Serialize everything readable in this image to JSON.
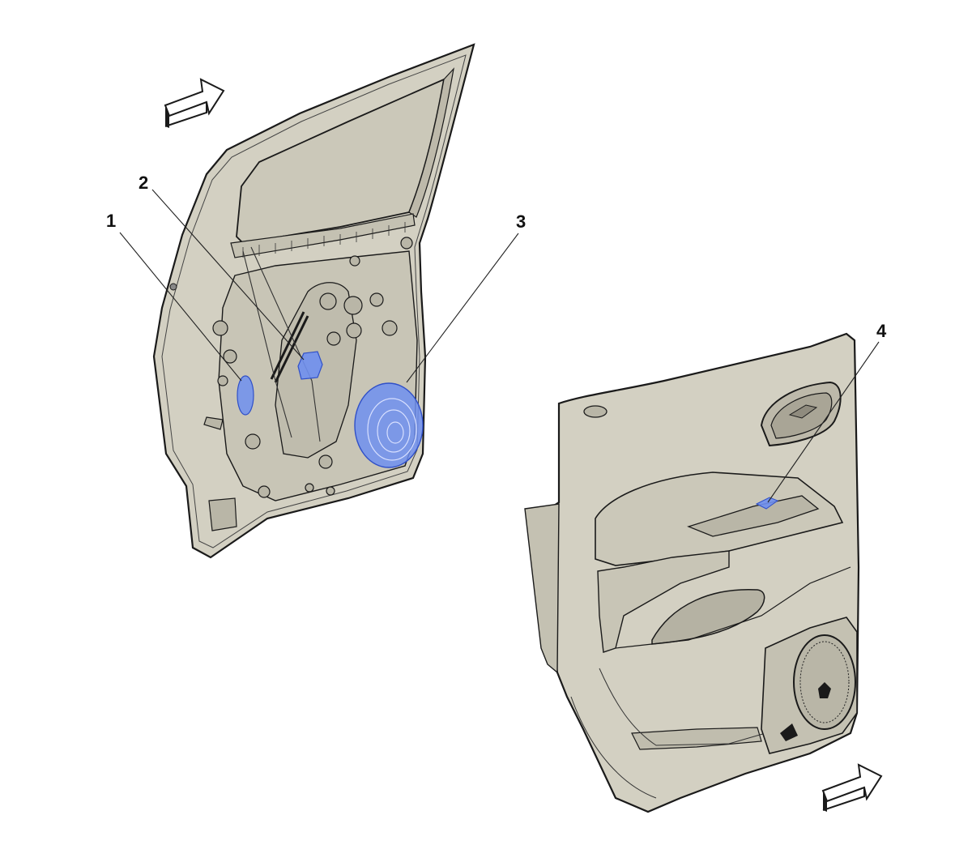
{
  "callouts": [
    {
      "id": "1",
      "label": "1"
    },
    {
      "id": "2",
      "label": "2"
    },
    {
      "id": "3",
      "label": "3"
    },
    {
      "id": "4",
      "label": "4"
    }
  ],
  "colors": {
    "panel_fill": "#d3d0c2",
    "panel_shade": "#c4c1b2",
    "outline": "#1a1a1a",
    "highlight_blue": "#6f8ff0",
    "leader": "#222222",
    "background": "#ffffff"
  },
  "icons": [
    "direction-arrow-icon",
    "speaker-icon",
    "window-glass",
    "door-handle"
  ]
}
